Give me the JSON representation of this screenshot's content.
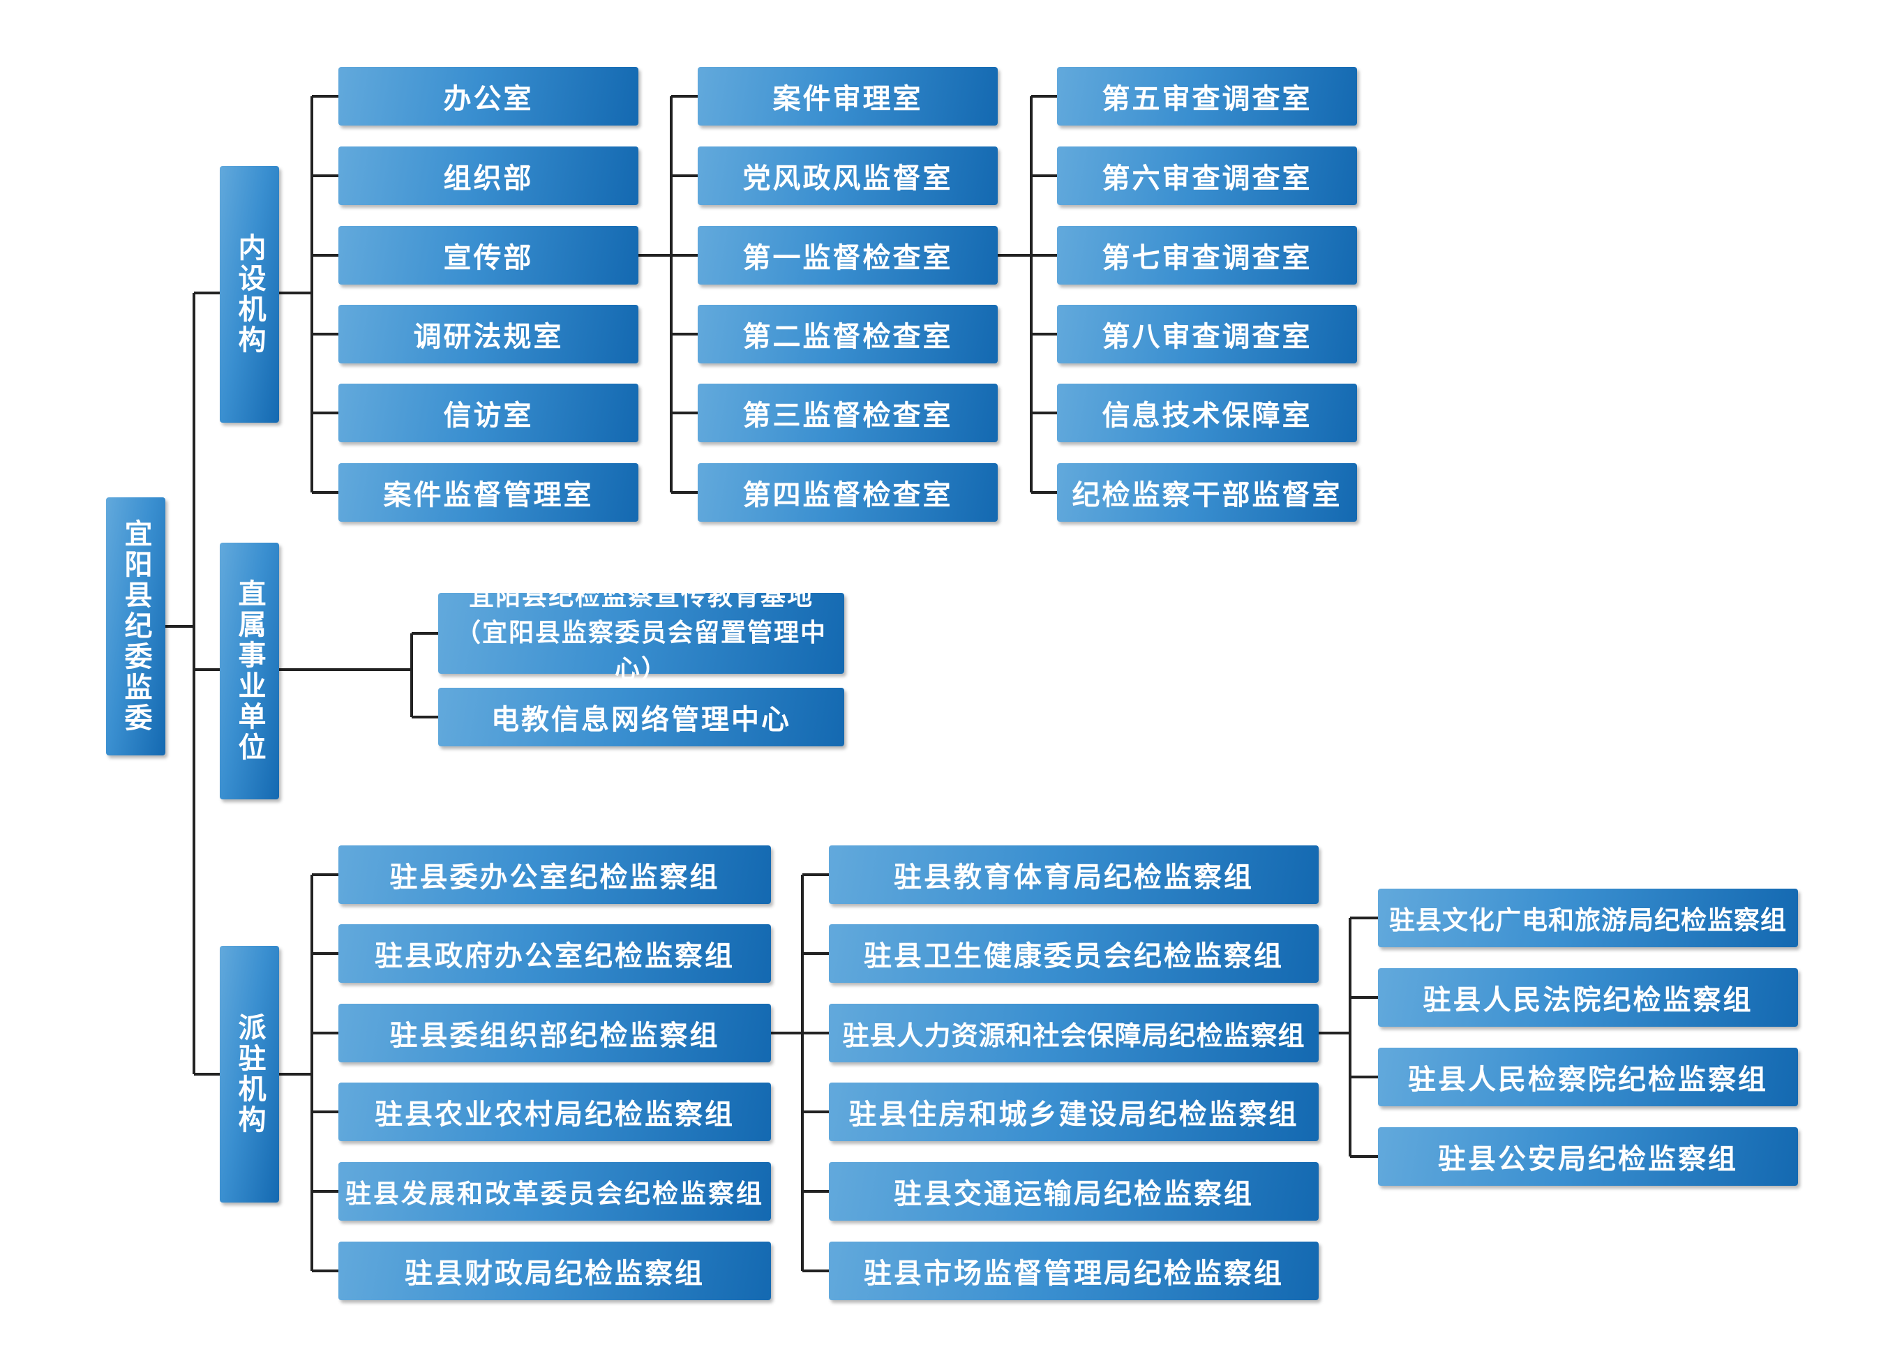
{
  "root": "宜阳县纪委监委",
  "groups": {
    "internal": "内设机构",
    "affiliated": "直属事业单位",
    "stationed": "派驻机构"
  },
  "internal_col1": [
    "办公室",
    "组织部",
    "宣传部",
    "调研法规室",
    "信访室",
    "案件监督管理室"
  ],
  "internal_col2": [
    "案件审理室",
    "党风政风监督室",
    "第一监督检查室",
    "第二监督检查室",
    "第三监督检查室",
    "第四监督检查室"
  ],
  "internal_col3": [
    "第五审查调查室",
    "第六审查调查室",
    "第七审查调查室",
    "第八审查调查室",
    "信息技术保障室",
    "纪检监察干部监督室"
  ],
  "affiliated_units": {
    "base_line1": "宜阳县纪检监察宣传教育基地",
    "base_line2": "（宜阳县监察委员会留置管理中心）",
    "network_center": "电教信息网络管理中心"
  },
  "stationed_col1": [
    "驻县委办公室纪检监察组",
    "驻县政府办公室纪检监察组",
    "驻县委组织部纪检监察组",
    "驻县农业农村局纪检监察组",
    "驻县发展和改革委员会纪检监察组",
    "驻县财政局纪检监察组"
  ],
  "stationed_col2": [
    "驻县教育体育局纪检监察组",
    "驻县卫生健康委员会纪检监察组",
    "驻县人力资源和社会保障局纪检监察组",
    "驻县住房和城乡建设局纪检监察组",
    "驻县交通运输局纪检监察组",
    "驻县市场监督管理局纪检监察组"
  ],
  "stationed_col3": [
    "驻县文化广电和旅游局纪检监察组",
    "驻县人民法院纪检监察组",
    "驻县人民检察院纪检监察组",
    "驻县公安局纪检监察组"
  ],
  "colors": {
    "box_light": "#62a9dc",
    "box_dark": "#1469b1",
    "line": "#222222",
    "text": "#ffffff"
  }
}
